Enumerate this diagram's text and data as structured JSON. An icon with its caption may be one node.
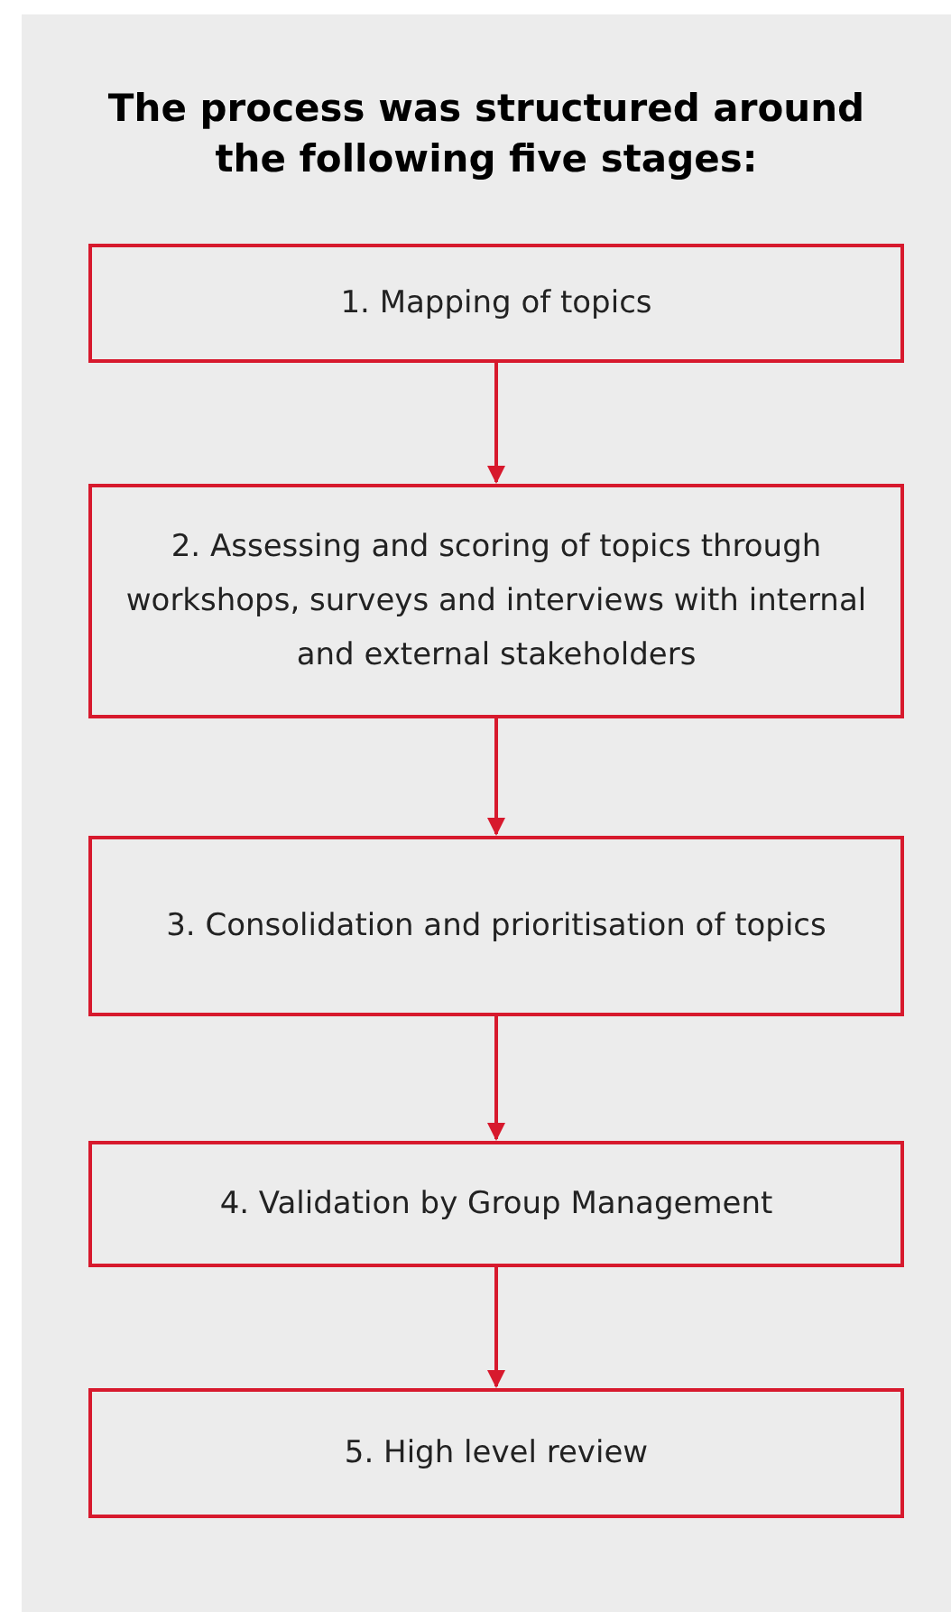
{
  "diagram": {
    "title": "The process was structured around the following five stages:",
    "nodes": [
      {
        "text": [
          "1. Mapping of topics"
        ]
      },
      {
        "text": [
          "2. Assessing and scoring of topics through workshops, surveys and interviews with internal and external stakeholders"
        ]
      },
      {
        "text": [
          "3. Consolidation and prioritisation of topics"
        ]
      },
      {
        "text": [
          "4. Validation by Group Management"
        ]
      },
      {
        "text": [
          "5. High level review"
        ]
      }
    ],
    "edges": [
      {
        "from": 0,
        "to": 1,
        "arrow": "to"
      },
      {
        "from": 1,
        "to": 2,
        "arrow": "to"
      },
      {
        "from": 2,
        "to": 3,
        "arrow": "to"
      },
      {
        "from": 3,
        "to": 4,
        "arrow": "to"
      }
    ]
  }
}
